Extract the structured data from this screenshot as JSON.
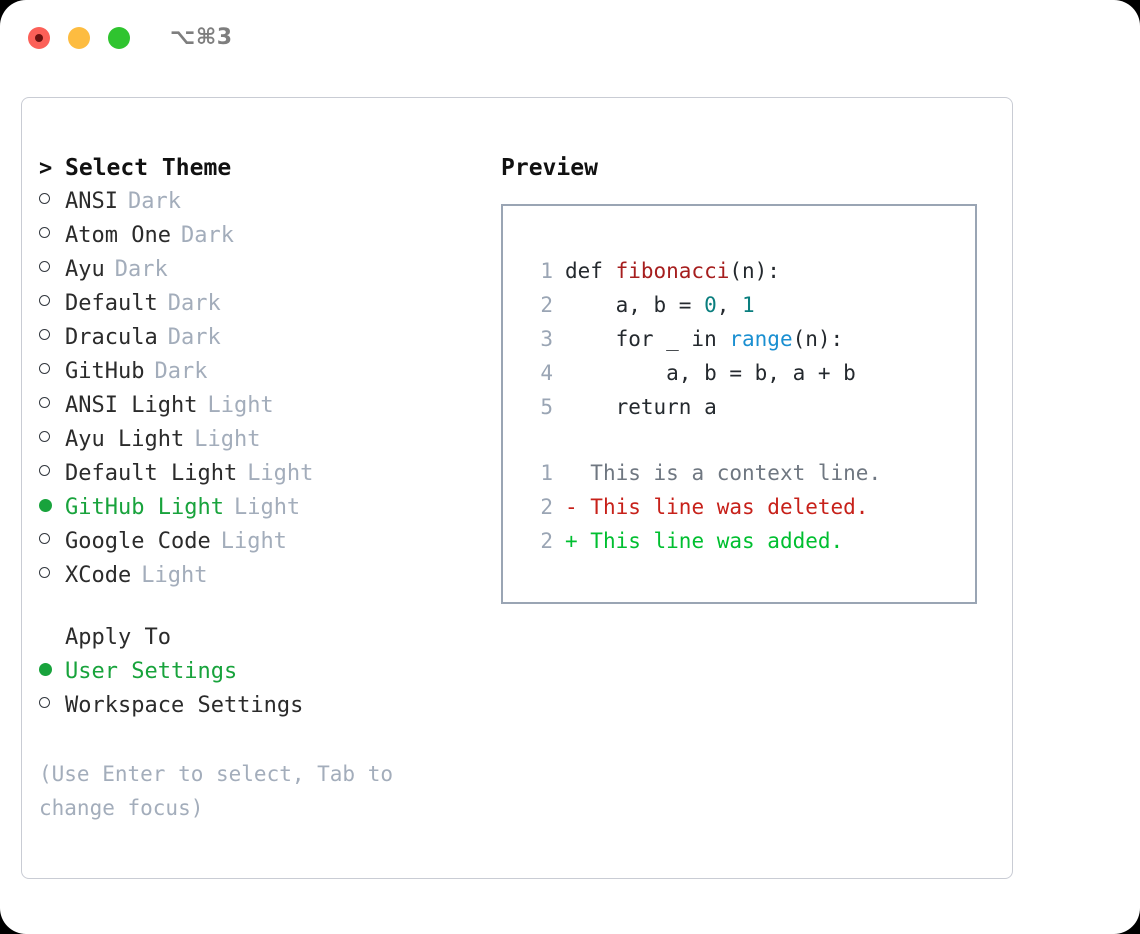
{
  "window": {
    "title": "⌥⌘3",
    "traffic_lights": [
      {
        "name": "close-button",
        "color": "#fc6058"
      },
      {
        "name": "minimize-button",
        "color": "#fdbc40"
      },
      {
        "name": "maximize-button",
        "color": "#2fc42f"
      }
    ]
  },
  "theme_picker": {
    "heading": "Select Theme",
    "heading_marker": ">",
    "options": [
      {
        "marker": "○",
        "label": "ANSI",
        "badge": "Dark",
        "selected": false
      },
      {
        "marker": "○",
        "label": "Atom One",
        "badge": "Dark",
        "selected": false
      },
      {
        "marker": "○",
        "label": "Ayu",
        "badge": "Dark",
        "selected": false
      },
      {
        "marker": "○",
        "label": "Default",
        "badge": "Dark",
        "selected": false
      },
      {
        "marker": "○",
        "label": "Dracula",
        "badge": "Dark",
        "selected": false
      },
      {
        "marker": "○",
        "label": "GitHub",
        "badge": "Dark",
        "selected": false
      },
      {
        "marker": "○",
        "label": "ANSI Light",
        "badge": "Light",
        "selected": false
      },
      {
        "marker": "○",
        "label": "Ayu Light",
        "badge": "Light",
        "selected": false
      },
      {
        "marker": "○",
        "label": "Default Light",
        "badge": "Light",
        "selected": false
      },
      {
        "marker": "●",
        "label": "GitHub Light",
        "badge": "Light",
        "selected": true
      },
      {
        "marker": "○",
        "label": "Google Code",
        "badge": "Light",
        "selected": false
      },
      {
        "marker": "○",
        "label": "XCode",
        "badge": "Light",
        "selected": false
      }
    ]
  },
  "apply_to": {
    "heading": "Apply To",
    "options": [
      {
        "marker": "●",
        "label": "User Settings",
        "selected": true
      },
      {
        "marker": "○",
        "label": "Workspace Settings",
        "selected": false
      }
    ]
  },
  "hint": "(Use Enter to select, Tab to change focus)",
  "preview": {
    "title": "Preview",
    "code_lines": [
      {
        "no": "1",
        "segments": [
          {
            "text": "def ",
            "type": "plain"
          },
          {
            "text": "fibonacci",
            "type": "func"
          },
          {
            "text": "(n):",
            "type": "plain"
          }
        ]
      },
      {
        "no": "2",
        "segments": [
          {
            "text": "    a, b = ",
            "type": "plain"
          },
          {
            "text": "0",
            "type": "num"
          },
          {
            "text": ", ",
            "type": "plain"
          },
          {
            "text": "1",
            "type": "num"
          }
        ]
      },
      {
        "no": "3",
        "segments": [
          {
            "text": "    for _ in ",
            "type": "plain"
          },
          {
            "text": "range",
            "type": "call"
          },
          {
            "text": "(n):",
            "type": "plain"
          }
        ]
      },
      {
        "no": "4",
        "segments": [
          {
            "text": "        a, b = b, a + b",
            "type": "plain"
          }
        ]
      },
      {
        "no": "5",
        "segments": [
          {
            "text": "    return a",
            "type": "plain"
          }
        ]
      }
    ],
    "diff_lines": [
      {
        "no": "1",
        "sign": "  ",
        "text": "This is a context line.",
        "kind": "context"
      },
      {
        "no": "2",
        "sign": "- ",
        "text": "This line was deleted.",
        "kind": "deleted"
      },
      {
        "no": "2",
        "sign": "+ ",
        "text": "This line was added.",
        "kind": "added"
      }
    ]
  },
  "colors": {
    "selected_green": "#18a33c",
    "diff_add_green": "#00bf30",
    "diff_del_red": "#c7211a",
    "code_func_red": "#a61e1e",
    "code_num_teal": "#0a7e7e",
    "code_call_blue": "#1a8fd1",
    "muted_gray": "#a3adbb",
    "border_gray": "#9aa5b4",
    "card_border": "#c9ccd4"
  }
}
